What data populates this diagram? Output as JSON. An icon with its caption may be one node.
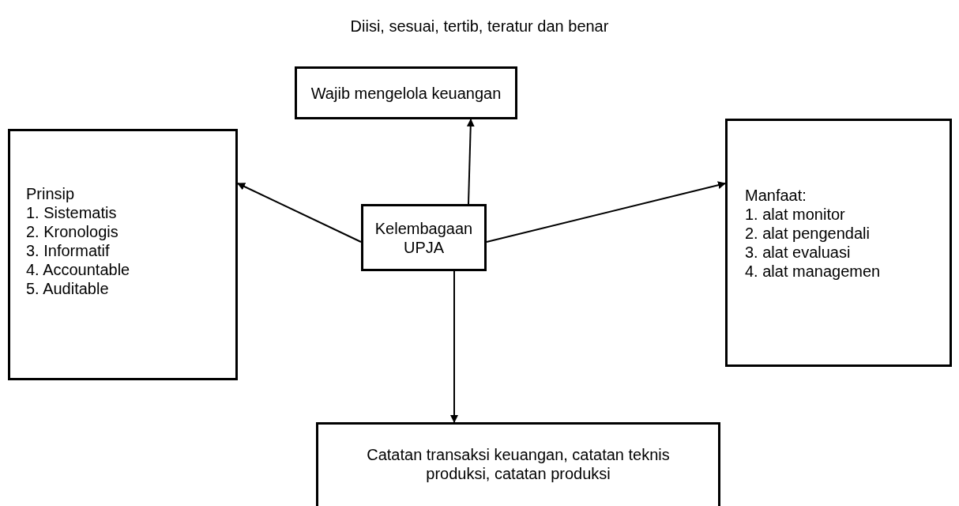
{
  "diagram": {
    "title": "Diisi, sesuai, tertib, teratur dan benar",
    "nodes": [
      {
        "text": [
          "Wajib mengelola keuangan"
        ]
      },
      {
        "text": [
          "Prinsip",
          "1. Sistematis",
          "2. Kronologis",
          "3. Informatif",
          "4. Accountable",
          "5. Auditable"
        ]
      },
      {
        "text": [
          "Kelembagaan UPJA"
        ]
      },
      {
        "text": [
          "Manfaat:",
          "1. alat monitor",
          "2. alat pengendali",
          "3. alat evaluasi",
          "4. alat managemen"
        ]
      },
      {
        "text": [
          "Catatan transaksi keuangan, catatan teknis produksi, catatan produksi"
        ]
      }
    ],
    "edges": [
      {
        "from": 2,
        "to": 0,
        "arrow": "to"
      },
      {
        "from": 2,
        "to": 1,
        "arrow": "to"
      },
      {
        "from": 2,
        "to": 3,
        "arrow": "to"
      },
      {
        "from": 2,
        "to": 4,
        "arrow": "to"
      }
    ]
  }
}
